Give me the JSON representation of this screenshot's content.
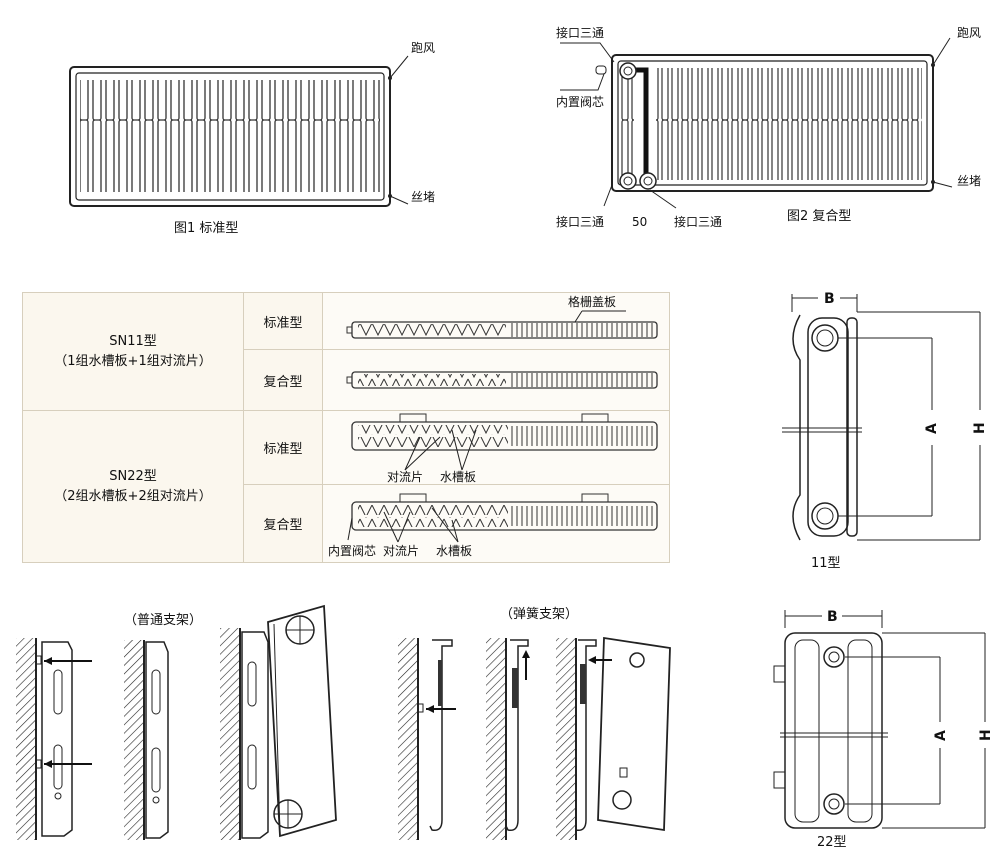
{
  "fig1": {
    "caption": "图1 标准型",
    "labels": {
      "vent": "跑风",
      "plug": "丝堵"
    }
  },
  "fig2": {
    "caption": "图2 复合型",
    "labels": {
      "tee_top": "接口三通",
      "valve_core": "内置阀芯",
      "vent": "跑风",
      "plug": "丝堵",
      "tee_bottom_left": "接口三通",
      "spacing": "50",
      "tee_bottom_right": "接口三通"
    }
  },
  "table": {
    "rows": [
      {
        "group": "SN11型",
        "group_sub": "（1组水槽板+1组对流片）",
        "types": [
          "标准型",
          "复合型"
        ]
      },
      {
        "group": "SN22型",
        "group_sub": "（2组水槽板+2组对流片）",
        "types": [
          "标准型",
          "复合型"
        ]
      }
    ],
    "callouts": {
      "grille": "格栅盖板",
      "fin": "对流片",
      "water_plate": "水槽板",
      "valve_core": "内置阀芯",
      "fin2": "对流片",
      "water_plate2": "水槽板"
    }
  },
  "side11": {
    "b": "B",
    "a": "A",
    "h": "H",
    "caption": "11型"
  },
  "side22": {
    "b": "B",
    "a": "A",
    "h": "H",
    "caption": "22型"
  },
  "brackets": {
    "normal_title": "（普通支架）",
    "spring_title": "（弹簧支架）"
  }
}
